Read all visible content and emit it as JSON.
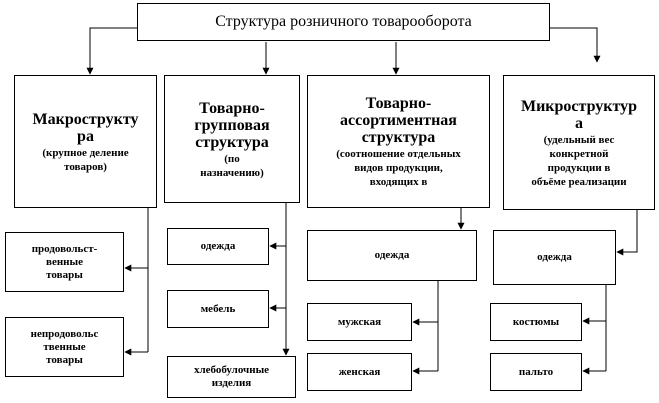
{
  "title": "Структура розничного товарооборота",
  "categories": [
    {
      "title_lines": [
        "Макрострукту",
        "ра"
      ],
      "subtitle_lines": [
        "(крупное деление",
        "товаров)"
      ]
    },
    {
      "title_lines": [
        "Товарно-",
        "групповая",
        "структура"
      ],
      "subtitle_lines": [
        "(по",
        "назначению)"
      ]
    },
    {
      "title_lines": [
        "Товарно-",
        "ассортиментная",
        "структура"
      ],
      "subtitle_lines": [
        "(соотношение отдельных",
        "видов продукции,",
        "входящих в"
      ]
    },
    {
      "title_lines": [
        "Микроструктур",
        "а"
      ],
      "subtitle_lines": [
        "(удельный вес",
        "конкретной",
        "продукции в",
        "объёме реализации"
      ]
    }
  ],
  "macro_items": [
    [
      "продовольст-",
      "венные",
      "товары"
    ],
    [
      "непродовольс",
      "твенные",
      "товары"
    ]
  ],
  "group_items": [
    [
      "одежда"
    ],
    [
      "мебель"
    ],
    [
      "хлебобулочные",
      "изделия"
    ]
  ],
  "assortment_items": [
    [
      "одежда"
    ],
    [
      "мужская"
    ],
    [
      "женская"
    ]
  ],
  "micro_items": [
    [
      "одежда"
    ],
    [
      "костюмы"
    ],
    [
      "пальто"
    ]
  ]
}
